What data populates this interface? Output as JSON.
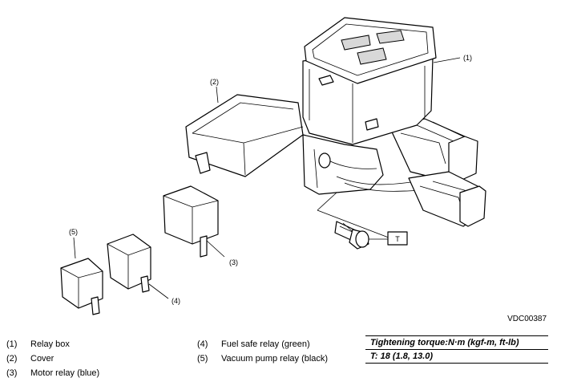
{
  "callouts": {
    "c1": "(1)",
    "c2": "(2)",
    "c3": "(3)",
    "c4": "(4)",
    "c5": "(5)",
    "torque_tag": "T"
  },
  "figure_code": "VDC00387",
  "legend": [
    {
      "num": "(1)",
      "label": "Relay box"
    },
    {
      "num": "(2)",
      "label": "Cover"
    },
    {
      "num": "(3)",
      "label": "Motor relay (blue)"
    },
    {
      "num": "(4)",
      "label": "Fuel safe relay (green)"
    },
    {
      "num": "(5)",
      "label": "Vacuum pump relay (black)"
    }
  ],
  "torque": {
    "header": "Tightening torque:N·m (kgf-m, ft-lb)",
    "value": "T:   18 (1.8, 13.0)"
  }
}
